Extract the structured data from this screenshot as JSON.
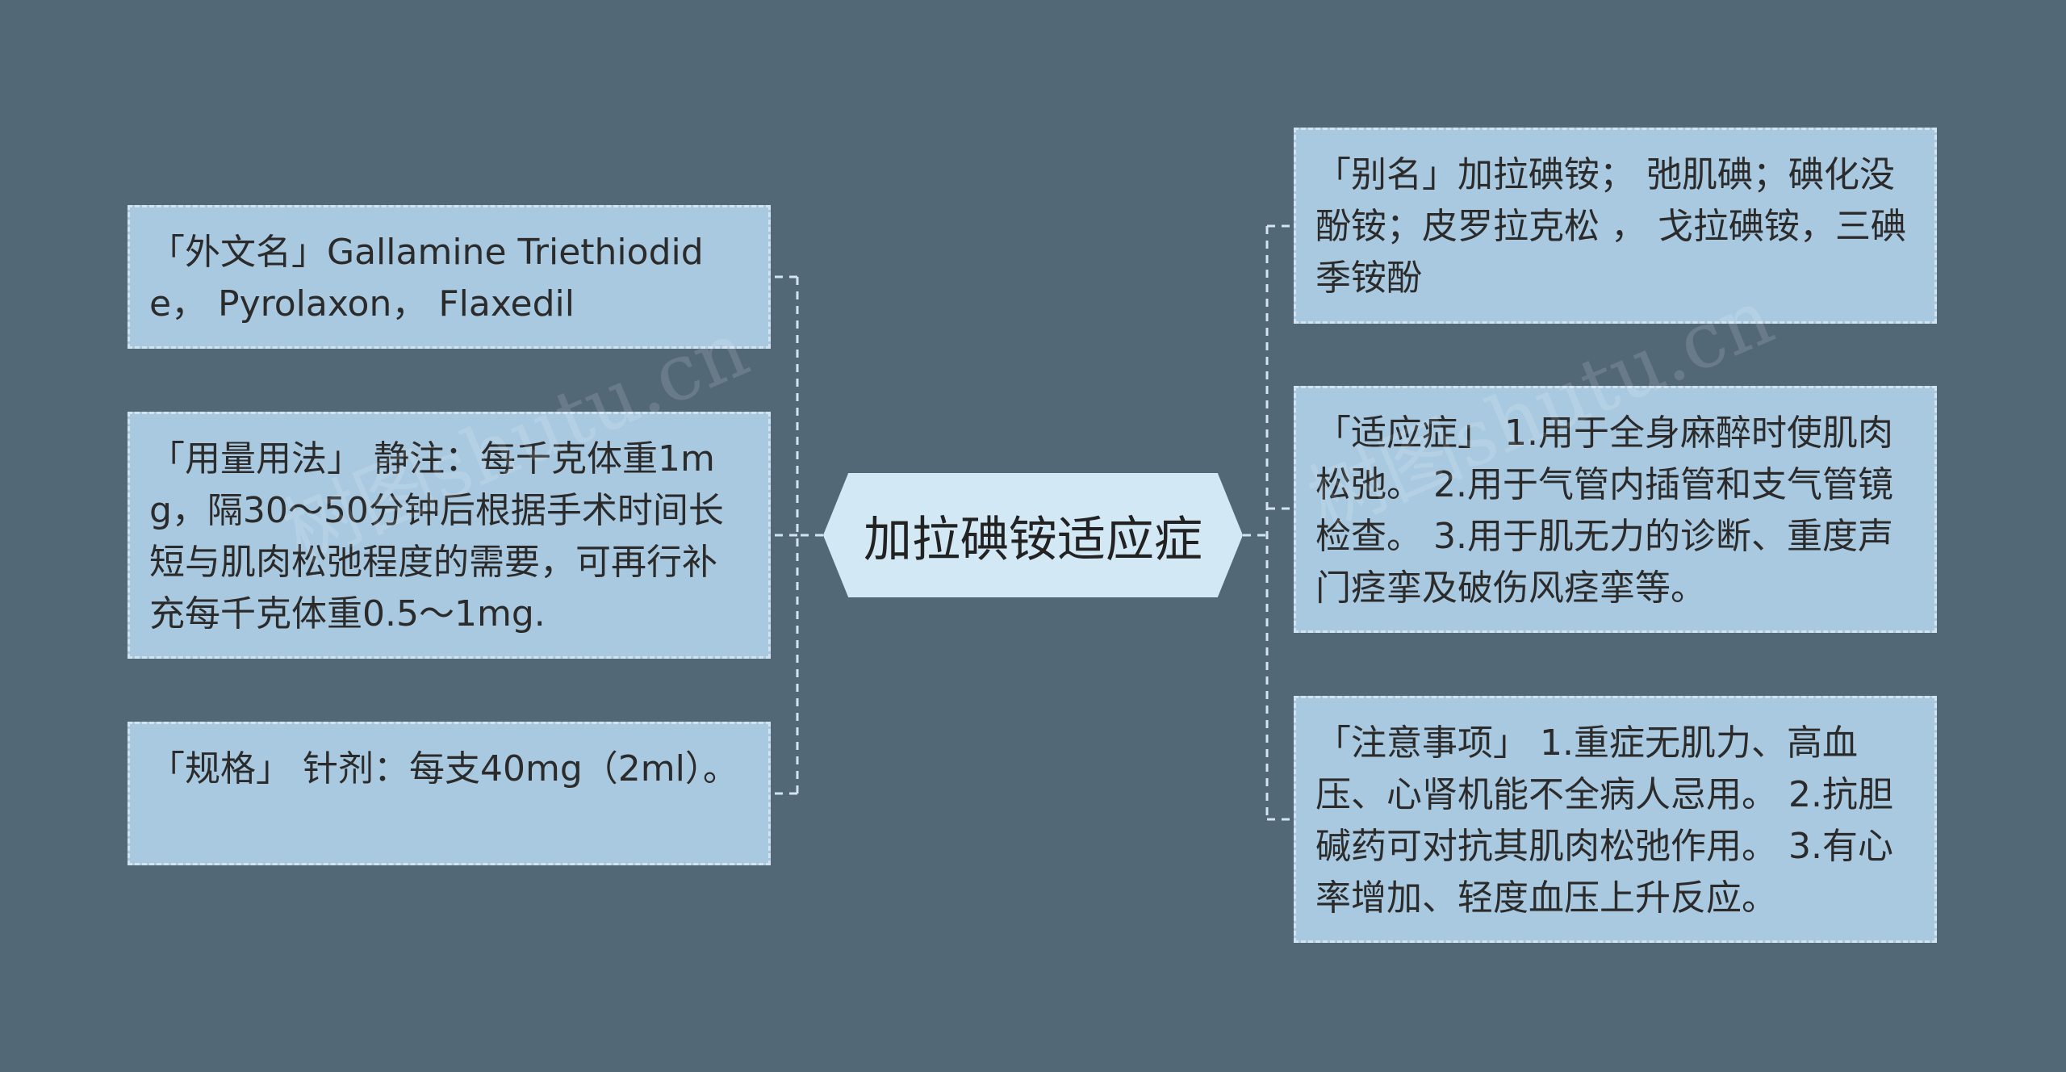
{
  "center": {
    "title": "加拉碘铵适应症"
  },
  "left_nodes": [
    {
      "text": "「外文名」Gallamine Triethiodide， Pyrolaxon， Flaxedil"
    },
    {
      "text": "「用量用法」 静注：每千克体重1mg，隔30～50分钟后根据手术时间长短与肌肉松弛程度的需要，可再行补充每千克体重0.5～1mg."
    },
    {
      "text": "「规格」 针剂：每支40mg（2ml）。"
    }
  ],
  "right_nodes": [
    {
      "text": "「别名」加拉碘铵； 弛肌碘；碘化没酚铵；皮罗拉克松 ， 戈拉碘铵，三碘季铵酚"
    },
    {
      "text": "「适应症」 1.用于全身麻醉时使肌肉松弛。 2.用于气管内插管和支气管镜检查。 3.用于肌无力的诊断、重度声门痉挛及破伤风痉挛等。"
    },
    {
      "text": "「注意事项」 1.重症无肌力、高血压、心肾机能不全病人忌用。 2.抗胆碱药可对抗其肌肉松弛作用。 3.有心率增加、轻度血压上升反应。"
    }
  ],
  "watermark": {
    "text": "树图shutu.cn"
  },
  "colors": {
    "background": "#536877",
    "node_fill": "#a9c9e0",
    "node_border": "#d3e4f0",
    "center_fill": "#d3e8f5",
    "connector": "#d3e4f0"
  }
}
